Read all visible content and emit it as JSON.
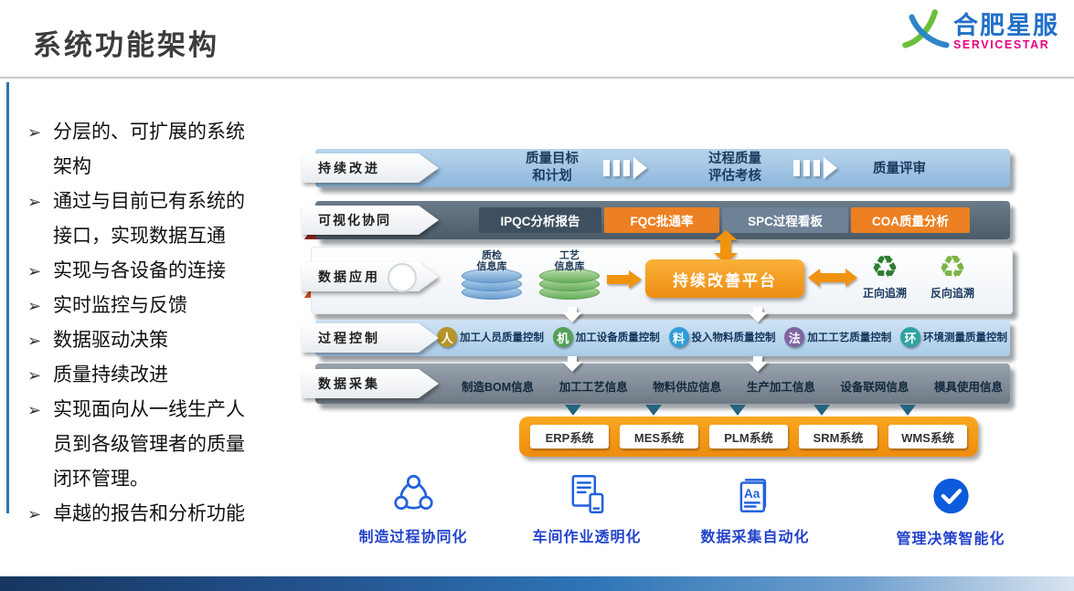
{
  "header": {
    "title": "系统功能架构",
    "logo_cn": "合肥星服",
    "logo_en": "SERVICESTAR"
  },
  "bullet_marker": "➢",
  "bullets": [
    "分层的、可扩展的系统架构",
    "通过与目前已有系统的接口，实现数据互通",
    "实现与各设备的连接",
    "实时监控与反馈",
    "数据驱动决策",
    "质量持续改进",
    "实现面向从一线生产人员到各级管理者的质量闭环管理。",
    "卓越的报告和分析功能"
  ],
  "diagram": {
    "improve": {
      "label": "持续改进",
      "steps": [
        "质量目标\n和计划",
        "过程质量\n评估考核",
        "质量评审"
      ]
    },
    "visual": {
      "label": "可视化协同",
      "boxes": [
        "IPQC分析报告",
        "FQC批通率",
        "SPC过程看板",
        "COA质量分析"
      ]
    },
    "data_app": {
      "label": "数据应用",
      "databases": [
        "质检\n信息库",
        "工艺\n信息库"
      ],
      "platform": "持续改善平台",
      "recycle_icon": "♻",
      "traces": [
        "正向追溯",
        "反向追溯"
      ]
    },
    "process": {
      "label": "过程控制",
      "controls": [
        {
          "badge": "人",
          "text": "加工人员质量控制"
        },
        {
          "badge": "机",
          "text": "加工设备质量控制"
        },
        {
          "badge": "料",
          "text": "投入物料质量控制"
        },
        {
          "badge": "法",
          "text": "加工工艺质量控制"
        },
        {
          "badge": "环",
          "text": "环境测量质量控制"
        }
      ]
    },
    "collect": {
      "label": "数据采集",
      "items": [
        "制造BOM信息",
        "加工工艺信息",
        "物料供应信息",
        "生产加工信息",
        "设备联网信息",
        "模具使用信息"
      ]
    },
    "systems": [
      "ERP系统",
      "MES系统",
      "PLM系统",
      "SRM系统",
      "WMS系统"
    ]
  },
  "features": [
    {
      "label": "制造过程协同化"
    },
    {
      "label": "车间作业透明化"
    },
    {
      "label": "数据采集自动化"
    },
    {
      "label": "管理决策智能化"
    }
  ],
  "colors": {
    "layer_blue": "#9dc3e6",
    "layer_dark": "#5b6b7a",
    "layer_light_blue": "#bdd7ee",
    "layer_gray": "#7e8994",
    "accent_orange": "#f0930f",
    "feature_blue": "#2342cc",
    "logo_blue": "#2270c8",
    "logo_pink": "#e5007e",
    "footer_blue": "#2e75b6"
  }
}
